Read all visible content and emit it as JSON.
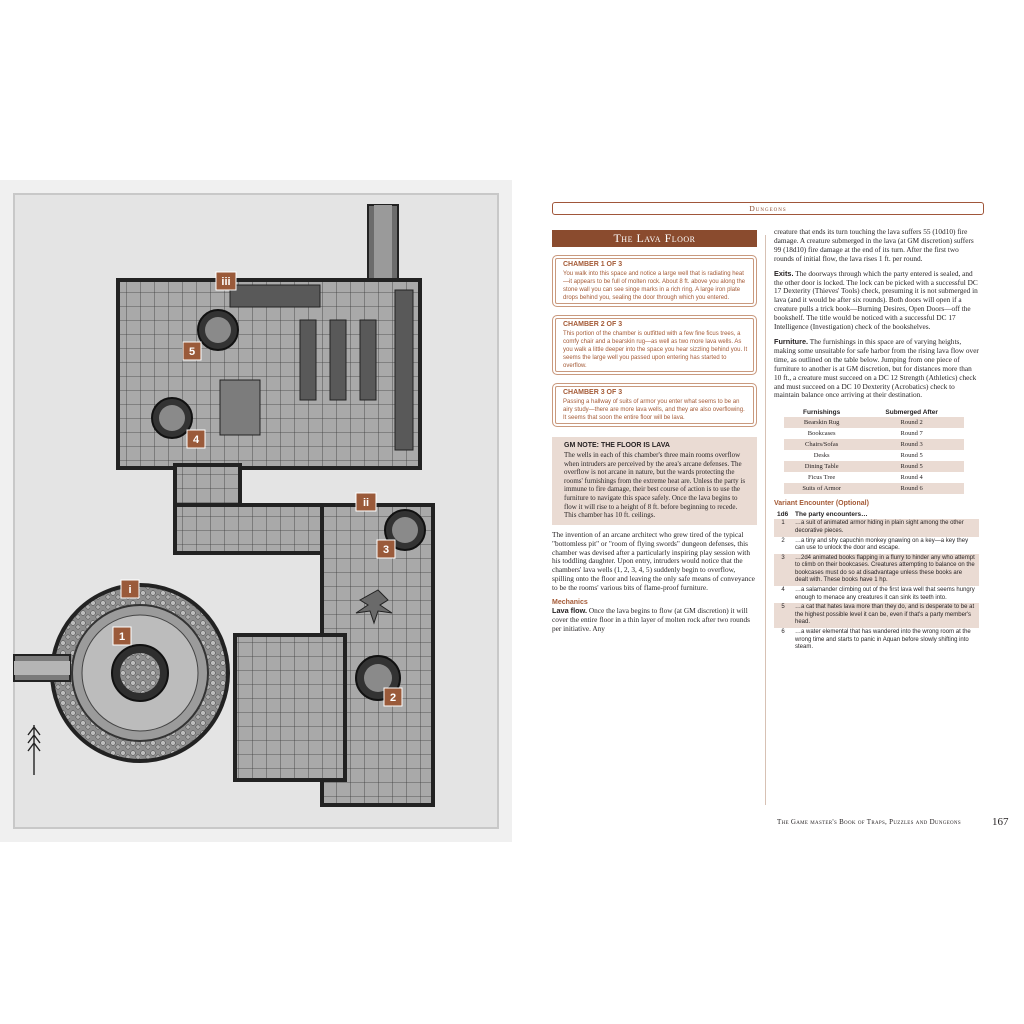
{
  "header": {
    "section": "Dungeons"
  },
  "title": "The Lava Floor",
  "chambers": [
    {
      "heading": "CHAMBER 1 OF 3",
      "text": "You walk into this space and notice a large well that is radiating heat—it appears to be full of molten rock. About 8 ft. above you along the stone wall you can see singe marks in a rich ring. A large iron plate drops behind you, sealing the door through which you entered."
    },
    {
      "heading": "CHAMBER 2 OF 3",
      "text": "This portion of the chamber is outfitted with a few fine ficus trees, a comfy chair and a bearskin rug—as well as two more lava wells. As you walk a little deeper into the space you hear sizzling behind you. It seems the large well you passed upon entering has started to overflow."
    },
    {
      "heading": "CHAMBER 3 OF 3",
      "text": "Passing a hallway of suits of armor you enter what seems to be an airy study—there are more lava wells, and they are also overflowing. It seems that soon the entire floor will be lava."
    }
  ],
  "gm_note": {
    "heading": "GM NOTE: THE FLOOR IS LAVA",
    "text": "The wells in each of this chamber's three main rooms overflow when intruders are perceived by the area's arcane defenses. The overflow is not arcane in nature, but the wards protecting the rooms' furnishings from the extreme heat are. Unless the party is immune to fire damage, their best course of action is to use the furniture to navigate this space safely. Once the lava begins to flow it will rise to a height of 8 ft. before beginning to recede. This chamber has 10 ft. ceilings."
  },
  "intro": "The invention of an arcane architect who grew tired of the typical \"bottomless pit\" or \"room of flying swords\" dungeon defenses, this chamber was devised after a particularly inspiring play session with his toddling daughter. Upon entry, intruders would notice that the chambers' lava wells (1, 2, 3, 4, 5) suddenly begin to overflow, spilling onto the floor and leaving the only safe means of conveyance to be the rooms' various bits of flame-proof furniture.",
  "mechanics": {
    "heading": "Mechanics",
    "lava_flow_label": "Lava flow.",
    "lava_flow_text": "Once the lava begins to flow (at GM discretion) it will cover the entire floor in a thin layer of molten rock after two rounds per initiative. Any"
  },
  "col2_intro": "creature that ends its turn touching the lava suffers 55 (10d10) fire damage. A creature submerged in the lava (at GM discretion) suffers 99 (18d10) fire damage at the end of its turn. After the first two rounds of initial flow, the lava rises 1 ft. per round.",
  "exits": {
    "label": "Exits.",
    "text": "The doorways through which the party entered is sealed, and the other door is locked. The lock can be picked with a successful DC 17 Dexterity (Thieves' Tools) check, presuming it is not submerged in lava (and it would be after six rounds). Both doors will open if a creature pulls a trick book—Burning Desires, Open Doors—off the bookshelf. The title would be noticed with a successful DC 17 Intelligence (Investigation) check of the bookshelves."
  },
  "furniture": {
    "label": "Furniture.",
    "text": "The furnishings in this space are of varying heights, making some unsuitable for safe harbor from the rising lava flow over time, as outlined on the table below. Jumping from one piece of furniture to another is at GM discretion, but for distances more than 10 ft., a creature must succeed on a DC 12 Strength (Athletics) check and must succeed on a DC 10 Dexterity (Acrobatics) check to maintain balance once arriving at their destination."
  },
  "furn_table": {
    "headers": [
      "Furnishings",
      "Submerged After"
    ],
    "rows": [
      [
        "Bearskin Rug",
        "Round 2"
      ],
      [
        "Bookcases",
        "Round 7"
      ],
      [
        "Chairs/Sofas",
        "Round 3"
      ],
      [
        "Desks",
        "Round 5"
      ],
      [
        "Dining Table",
        "Round 5"
      ],
      [
        "Ficus Tree",
        "Round 4"
      ],
      [
        "Suits of Armor",
        "Round 6"
      ]
    ]
  },
  "variant": {
    "heading": "Variant Encounter (Optional)",
    "headers": [
      "1d6",
      "The party encounters…"
    ],
    "rows": [
      [
        "1",
        "…a suit of animated armor hiding in plain sight among the other decorative pieces."
      ],
      [
        "2",
        "…a tiny and shy capuchin monkey gnawing on a key—a key they can use to unlock the door and escape."
      ],
      [
        "3",
        "…2d4 animated books flapping in a flurry to hinder any who attempt to climb on their bookcases. Creatures attempting to balance on the bookcases must do so at disadvantage unless these books are dealt with. These books have 1 hp."
      ],
      [
        "4",
        "…a salamander climbing out of the first lava well that seems hungry enough to menace any creatures it can sink its teeth into."
      ],
      [
        "5",
        "…a cat that hates lava more than they do, and is desperate to be at the highest possible level it can be, even if that's a party member's head."
      ],
      [
        "6",
        "…a water elemental that has wandered into the wrong room at the wrong time and starts to panic in Aquan before slowly shifting into steam."
      ]
    ]
  },
  "footer": {
    "book": "The Game master's Book of Traps, Puzzles and Dungeons",
    "page": "167"
  },
  "map_labels": {
    "i": "i",
    "ii": "ii",
    "iii": "iii",
    "n1": "1",
    "n2": "2",
    "n3": "3",
    "n4": "4",
    "n5": "5"
  }
}
